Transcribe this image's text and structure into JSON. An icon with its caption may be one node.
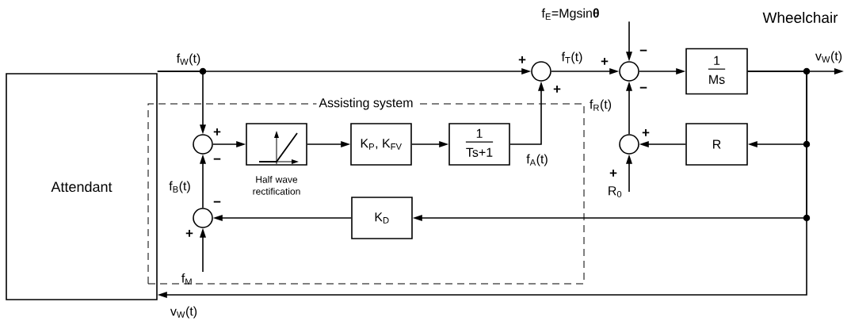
{
  "diagram": {
    "nodes": [
      {
        "text": [
          "Attendant"
        ]
      },
      {
        "text": [
          "Assisting system"
        ]
      },
      {
        "text": [],
        "shape": "circle",
        "in": 1
      },
      {
        "text": [],
        "shape": "box",
        "in": 1,
        "beside": [
          "Half wave rectification"
        ]
      },
      {
        "text": [
          "K$_{P}$, K$_{FV}$"
        ],
        "in": 1
      },
      {
        "text": [
          "1",
          "Ts+1"
        ],
        "in": 1
      },
      {
        "text": [
          "K$_{D}$"
        ],
        "in": 1
      },
      {
        "text": [],
        "shape": "circle",
        "in": 1
      },
      {
        "text": [],
        "shape": "circle"
      },
      {
        "text": [],
        "shape": "circle"
      },
      {
        "text": [
          "1",
          "Ms"
        ]
      },
      {
        "text": [],
        "shape": "circle"
      },
      {
        "text": [
          "R"
        ]
      },
      {
        "text": [
          "f$_{E}$=Mgsin**θ**"
        ]
      },
      {
        "text": [
          "R$_{0}$"
        ]
      },
      {
        "text": [
          "f$_{M}$"
        ],
        "in": 1
      },
      {
        "text": [
          "v$_{W}$(t)"
        ]
      }
    ],
    "edges": [
      {
        "from": 0,
        "to": 2,
        "arrow": "to"
      },
      {
        "from": 0,
        "to": 8,
        "arrow": "to"
      },
      {
        "from": 2,
        "to": 3,
        "arrow": "to"
      },
      {
        "from": 3,
        "to": 4,
        "arrow": "to"
      },
      {
        "from": 4,
        "to": 5,
        "arrow": "to"
      },
      {
        "from": 5,
        "to": 8,
        "arrow": "to"
      },
      {
        "from": 7,
        "to": 2,
        "arrow": "to"
      },
      {
        "from": 15,
        "to": 7,
        "arrow": "to"
      },
      {
        "from": 6,
        "to": 7,
        "arrow": "to"
      },
      {
        "from": 8,
        "to": 9,
        "arrow": "to"
      },
      {
        "from": 13,
        "to": 9,
        "arrow": "to"
      },
      {
        "from": 11,
        "to": 9,
        "arrow": "to"
      },
      {
        "from": 14,
        "to": 11,
        "arrow": "to"
      },
      {
        "from": 12,
        "to": 11,
        "arrow": "to"
      },
      {
        "from": 9,
        "to": 10,
        "arrow": "to"
      },
      {
        "from": 10,
        "to": 16,
        "arrow": "to"
      },
      {
        "from": 10,
        "to": 12,
        "arrow": "to"
      },
      {
        "from": 10,
        "to": 6,
        "arrow": "to"
      },
      {
        "from": 10,
        "to": 0,
        "arrow": "to"
      }
    ],
    "labels": [
      "Wheelchair",
      "f$_{W}$(t)",
      "+",
      "f$_{T}$(t)",
      "+",
      "−",
      "+",
      "−",
      "f$_{R}$(t)",
      "+",
      "+",
      "f$_{A}$(t)",
      "−",
      "f$_{B}$(t)",
      "+",
      "−",
      "+",
      "v$_{W}$(t)"
    ]
  }
}
